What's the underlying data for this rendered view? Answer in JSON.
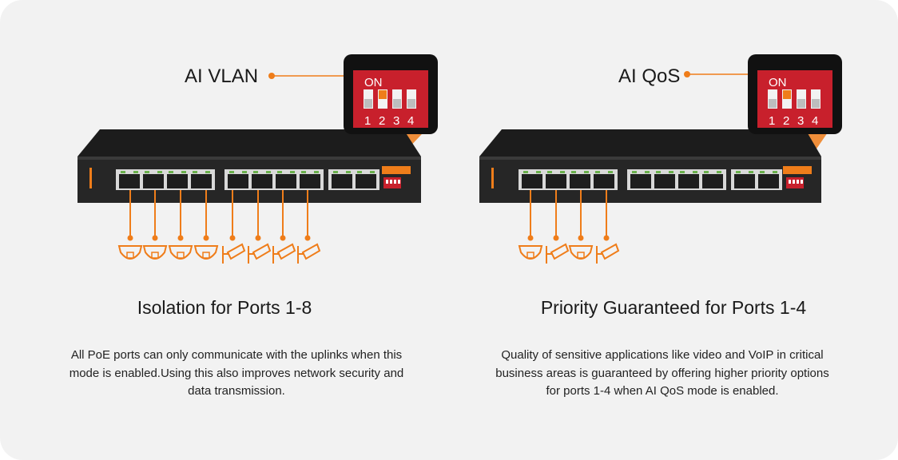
{
  "left_panel": {
    "mode_label": "AI VLAN",
    "heading": "Isolation for Ports 1-8",
    "description": "All PoE ports can only communicate with the uplinks when this mode is enabled.Using this also improves network security and data transmission.",
    "dip_switch": {
      "on_label": "ON",
      "numbers": [
        "1",
        "2",
        "3",
        "4"
      ]
    },
    "connected_ports": 8
  },
  "right_panel": {
    "mode_label": "AI QoS",
    "heading": "Priority Guaranteed for Ports 1-4",
    "description": "Quality of sensitive applications like video  and VoIP in critical business areas is guaranteed by offering higher priority options for ports 1-4 when AI QoS mode is enabled.",
    "dip_switch": {
      "on_label": "ON",
      "numbers": [
        "1",
        "2",
        "3",
        "4"
      ]
    },
    "connected_ports": 4
  },
  "colors": {
    "accent": "#ef7d1a",
    "dip_red": "#c8202c",
    "switch_body": "#262626",
    "background": "#f2f2f2"
  },
  "icons": [
    "dome-camera-icon",
    "bullet-camera-icon",
    "dip-switch-icon",
    "network-switch-icon"
  ]
}
